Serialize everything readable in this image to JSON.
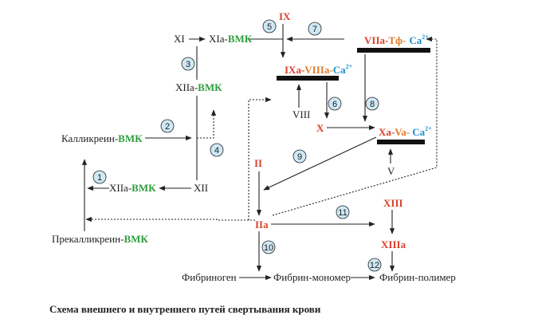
{
  "colors": {
    "black": "#222222",
    "green": "#2e9e3e",
    "red": "#d9412b",
    "orange": "#e07a2a",
    "cyan": "#1b8fd0",
    "circle_fill": "#cfe8f5"
  },
  "labels": {
    "xi": "XI",
    "xia": "XIa-",
    "bmk": "ВМК",
    "xiia": "XIIa-",
    "kallikrein": "Калликреин-",
    "xii": "XII",
    "prekallikrein": "Прекалликреин-",
    "ix": "IX",
    "ixa": "IXa-",
    "viiia": "VIIIa-",
    "ca": "Ca",
    "sup2": "2+",
    "viii": "VIII",
    "viia": "VIIa-",
    "tf": "Тф-",
    "x": "X",
    "xa": "Xa-",
    "va": "Va-",
    "v": "V",
    "ii": "II",
    "iia": "IIa",
    "xiii": "XIII",
    "xiiia": "XIIIa",
    "fibrinogen": "Фибриноген",
    "fibrin_monomer": "Фибрин-мономер",
    "fibrin_polymer": "Фибрин-полимер"
  },
  "steps": [
    "1",
    "2",
    "3",
    "4",
    "5",
    "6",
    "7",
    "8",
    "9",
    "10",
    "11",
    "12"
  ],
  "caption": "Схема внешнего и внутреннего путей свертывания крови"
}
